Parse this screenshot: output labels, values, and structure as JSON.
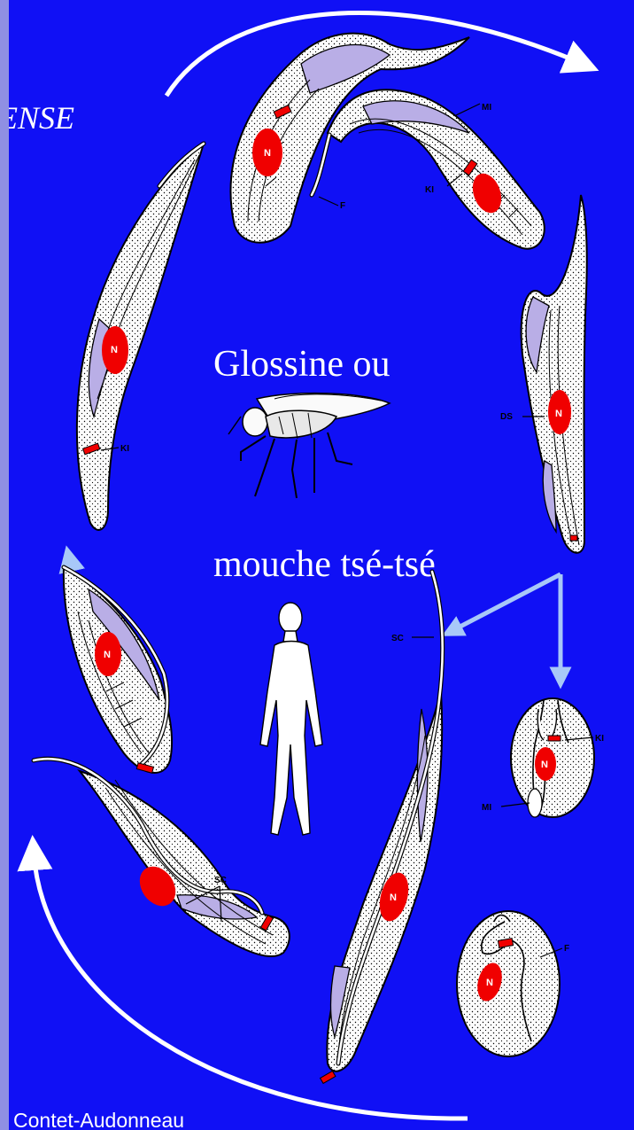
{
  "title_partial": "ENSE",
  "label_glossine": "Glossine ou",
  "label_mouche": "mouche tsé-tsé",
  "credit": "N Contet-Audonneau",
  "structure_labels": {
    "nucleus": "N",
    "kinetoplast": "KI",
    "mitochondrion": "MI",
    "flagellum": "F",
    "sc": "SC",
    "ds": "DS"
  },
  "icons": [
    "tsetse-fly-icon",
    "human-figure-icon"
  ],
  "colors": {
    "background": "#1010f5",
    "border": "#8f8fe3",
    "nucleus": "#f00000",
    "membrane": "#b9aee6",
    "cycle_arrows": "#ffffff",
    "pointer_arrows": "#a8c8f8",
    "text": "#ffffff"
  }
}
